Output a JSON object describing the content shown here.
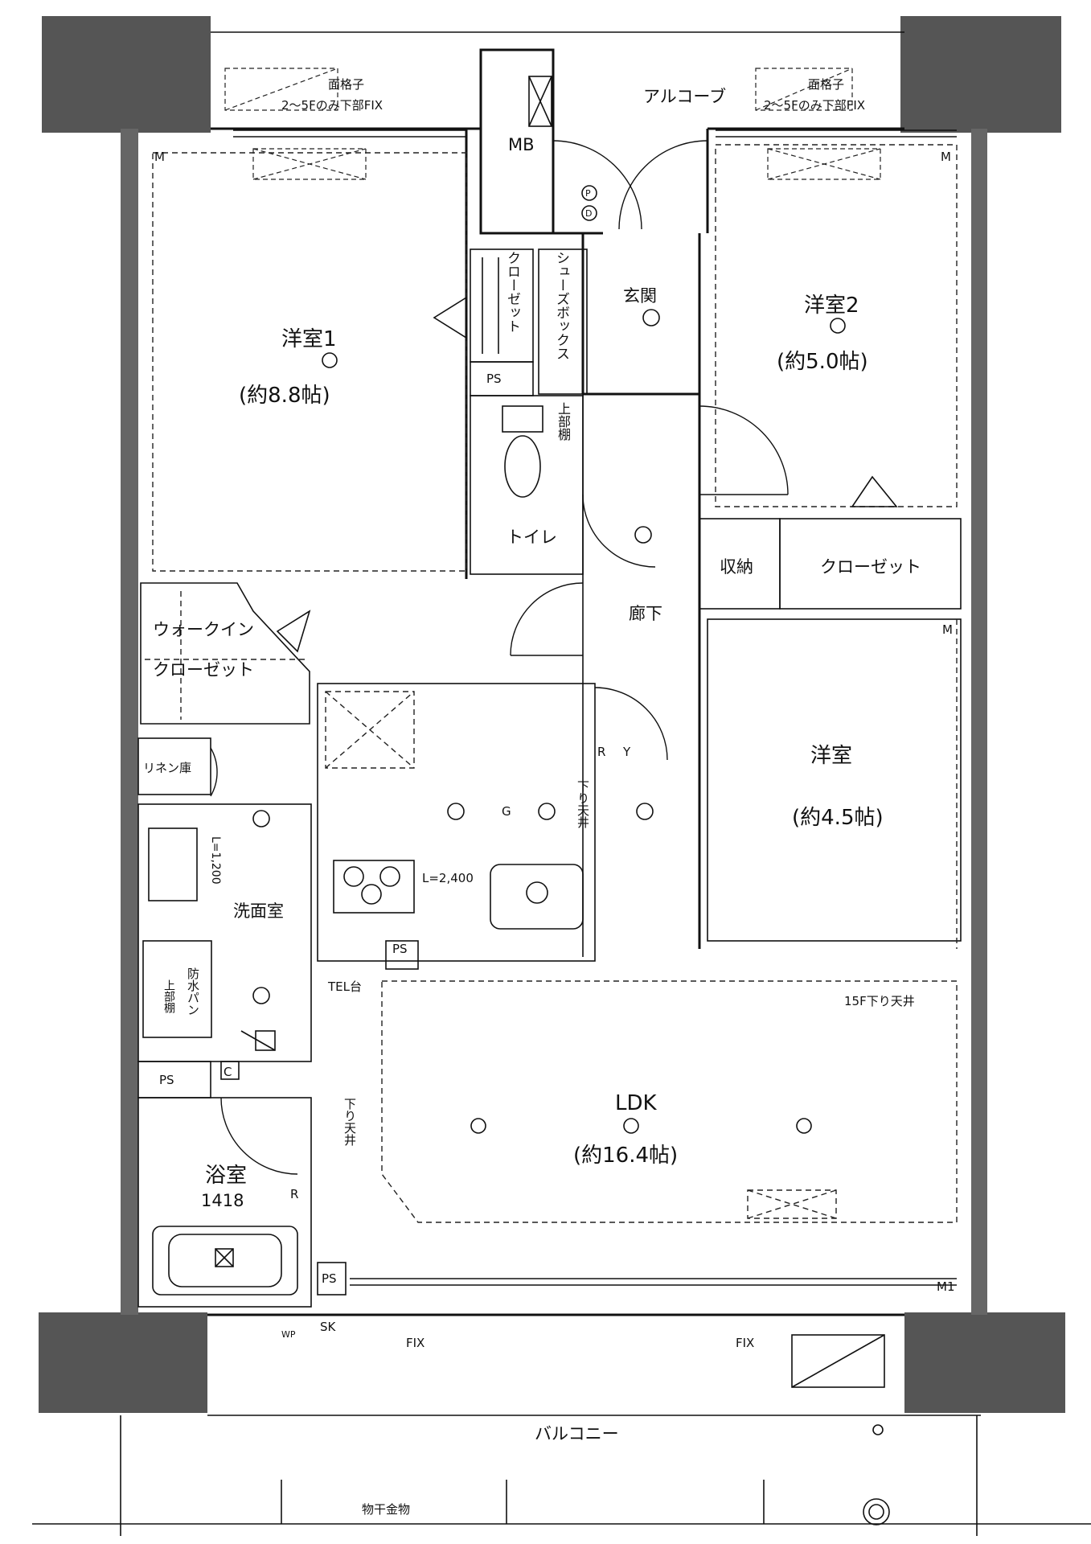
{
  "plan": {
    "rooms": {
      "western_room_1": {
        "name": "洋室1",
        "size": "(約8.8帖)"
      },
      "western_room_2": {
        "name": "洋室2",
        "size": "(約5.0帖)"
      },
      "western_room_3": {
        "name": "洋室",
        "size": "(約4.5帖)"
      },
      "ldk": {
        "name": "LDK",
        "size": "(約16.4帖)"
      },
      "bathroom": {
        "name": "浴室",
        "size": "1418"
      },
      "washroom": "洗面室",
      "toilet": "トイレ",
      "entrance": "玄関",
      "hallway": "廊下",
      "alcove": "アルコーブ",
      "balcony": "バルコニー",
      "walk_in_closet_1": "ウォークイン",
      "walk_in_closet_2": "クローゼット",
      "storage": "収納",
      "closet": "クローゼット",
      "linen": "リネン庫",
      "mb": "MB"
    },
    "labels": {
      "grille_left_title": "面格子",
      "grille_left_note": "2～5Fのみ下部FIX",
      "grille_right_title": "面格子",
      "grille_right_note": "2～5Fのみ下部FIX",
      "closet_vertical": "クローゼット",
      "shoe_box": "シューズボックス",
      "ps": "PS",
      "upper_shelf": "上部棚",
      "waterproof_pan": "防水パン",
      "upper_shelf_2": "上部棚",
      "lowered_ceiling_1": "下り天井",
      "lowered_ceiling_2": "下り天井",
      "lowered_ceiling_15f": "15F下り天井",
      "counter": "L=2,400",
      "wash_width": "L=1,200",
      "tel": "TEL台",
      "fix_left": "FIX",
      "fix_right": "FIX",
      "clothes_hanger": "物干金物",
      "sk": "SK",
      "wp": "WP",
      "m1": "M",
      "m2": "M",
      "m3": "M",
      "m4": "M1",
      "r1": "R",
      "r2": "R",
      "c": "C",
      "p": "P",
      "d": "D",
      "y": "Y",
      "g": "G"
    }
  }
}
